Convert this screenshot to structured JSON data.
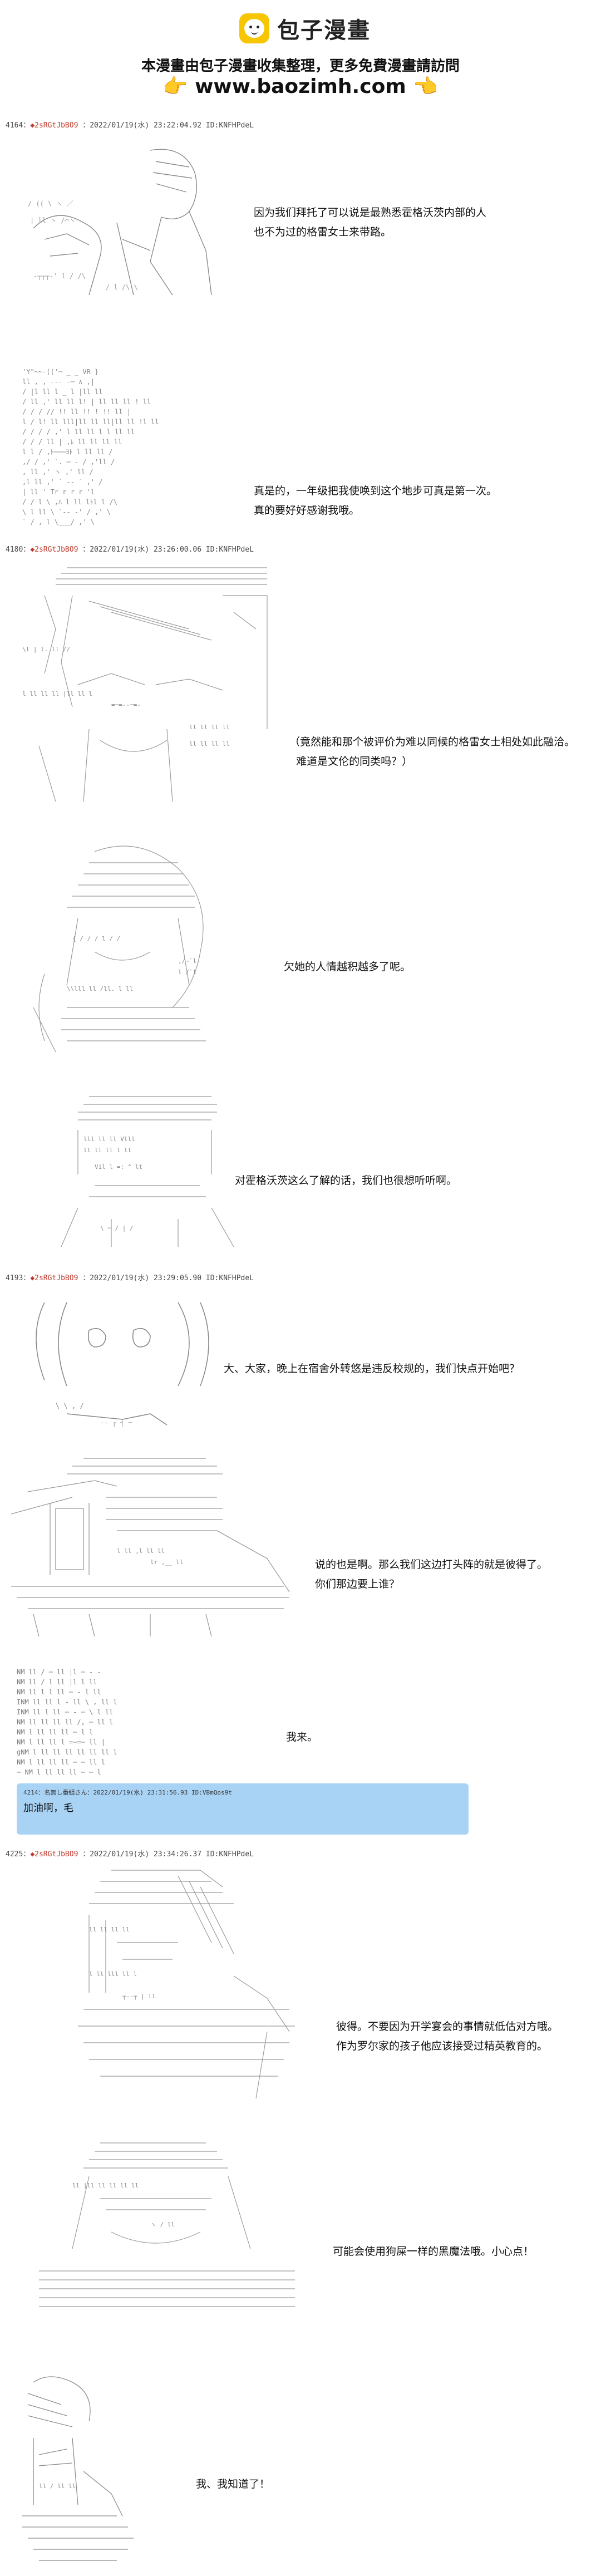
{
  "header": {
    "site_name": "包子漫畫",
    "notice": "本漫畫由包子漫畫收集整理，更多免費漫畫請訪問",
    "url": "www.baozimh.com",
    "hand_glyph": "👉",
    "hand_glyph_right": "👈"
  },
  "posts": [
    {
      "header_prefix": "4164：",
      "name": "◆2sRGtJbBO9",
      "header_rest": "2022/01/19(水) 23:22:04.92 ID:KNFHPdeL"
    },
    {
      "header_prefix": "4180：",
      "name": "◆2sRGtJbBO9",
      "header_rest": "2022/01/19(水) 23:26:00.06 ID:KNFHPdeL"
    },
    {
      "header_prefix": "4193：",
      "name": "◆2sRGtJbBO9",
      "header_rest": "2022/01/19(水) 23:29:05.90 ID:KNFHPdeL"
    },
    {
      "header_prefix": "4225：",
      "name": "◆2sRGtJbBO9",
      "header_rest": "2022/01/19(水) 23:34:26.37 ID:KNFHPdeL"
    }
  ],
  "dialogs": {
    "d1": "因为我们拜托了可以说是最熟悉霍格沃茨内部的人\n也不为过的格雷女士来带路。",
    "d2": "真是的，一年级把我使唤到这个地步可真是第一次。\n真的要好好感谢我哦。",
    "d3": "（竟然能和那个被评价为难以同候的格雷女士相处如此融洽。\n  难道是文伦的同类吗？）",
    "d4": "欠她的人情越积越多了呢。",
    "d5": "对霍格沃茨这么了解的话，我们也很想听听啊。",
    "d6": "大、大家，晚上在宿舍外转悠是违反校规的，我们快点开始吧？",
    "d7": "说的也是啊。那么我们这边打头阵的就是彼得了。\n你们那边要上谁？",
    "d8": "我来。",
    "d9": "彼得。不要因为开学宴会的事情就低估对方哦。\n作为罗尔家的孩子他应该接受过精英教育的。",
    "d10": "可能会使用狗屎一样的黑魔法哦。小心点！",
    "d11": "我、我知道了！"
  },
  "comment": {
    "header": "4214：名無し番組さん：2022/01/19(水) 23:31:56.93 ID:VBmQos9t",
    "body": "加油啊，毛"
  }
}
